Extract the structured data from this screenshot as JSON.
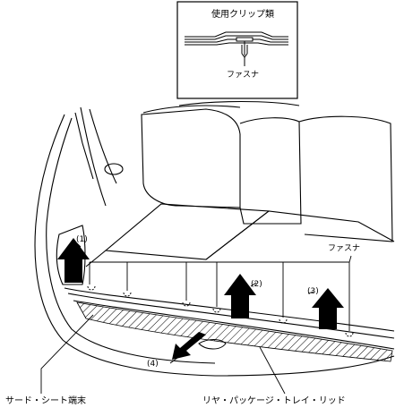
{
  "inset": {
    "title": "使用クリップ類",
    "fastener_label": "ファスナ"
  },
  "callouts": {
    "fastener": "ファスナ",
    "step1": "(1)",
    "step2": "(2)",
    "step3": "(3)",
    "step4": "(4)",
    "third_seat_end": "サード・シート端末",
    "rear_package_tray_lid": "リヤ・パッケージ・トレイ・リッド"
  }
}
